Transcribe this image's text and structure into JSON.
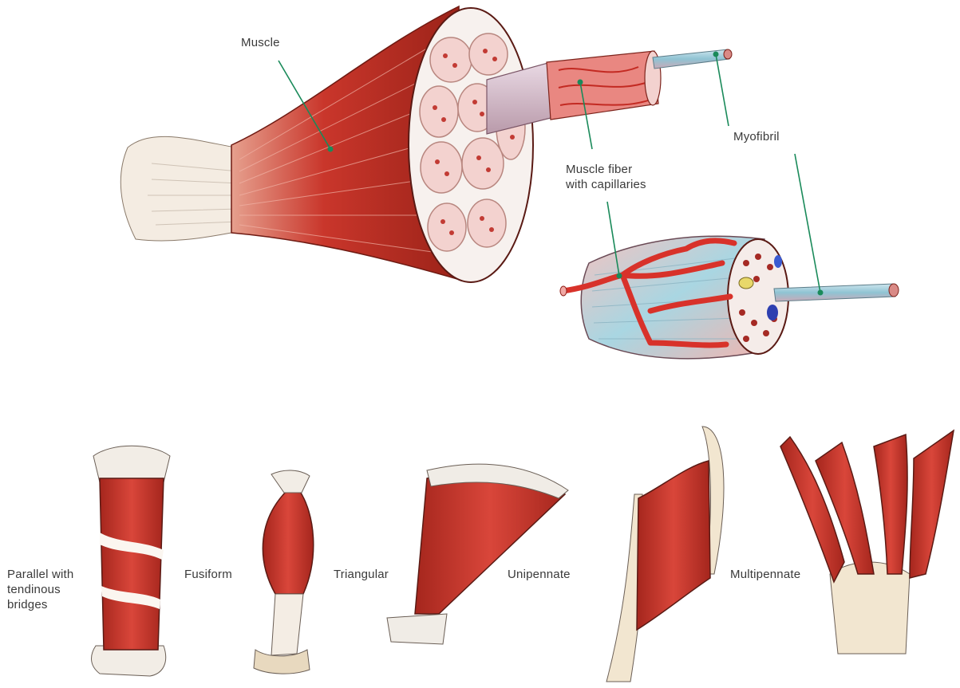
{
  "labels": {
    "muscle": "Muscle",
    "myofibril": "Myofibril",
    "muscle_fiber": "Muscle fiber\nwith capillaries"
  },
  "shapes": {
    "parallel": "Parallel with\ntendinous\nbridges",
    "fusiform": "Fusiform",
    "triangular": "Triangular",
    "unipennate": "Unipennate",
    "multipennate": "Multipennate"
  },
  "colors": {
    "leader_line": "#1a8a5a",
    "muscle_red": "#c9362b",
    "muscle_dark": "#8e1e17",
    "tendon": "#f2e6d8",
    "capillary": "#d8322a",
    "fiber_blue": "#a9d6e2",
    "nucleus_blue": "#2e3fb0"
  }
}
